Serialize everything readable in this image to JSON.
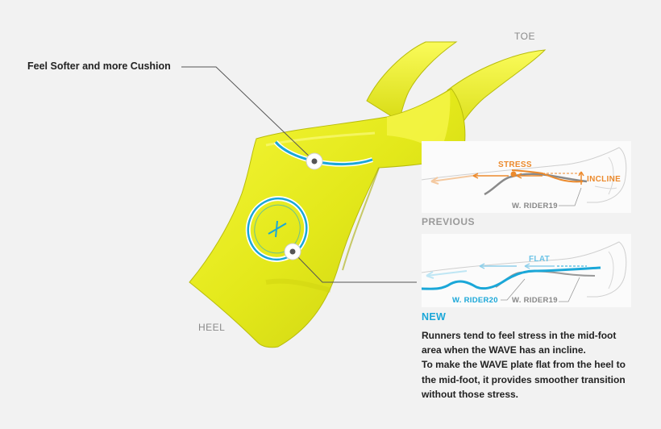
{
  "labels": {
    "toe": "TOE",
    "heel": "HEEL",
    "feature_callout": "Feel Softer and more Cushion"
  },
  "previous_panel": {
    "caption": "PREVIOUS",
    "stress": "STRESS",
    "incline": "INCLINE",
    "model": "W. RIDER19"
  },
  "new_panel": {
    "caption": "NEW",
    "flat": "FLAT",
    "model_new": "W. RIDER20",
    "model_old": "W. RIDER19"
  },
  "description": {
    "lines": [
      "Runners tend to feel stress in the mid-foot",
      "area when the WAVE has an incline.",
      "To make the WAVE plate flat from the heel to",
      "the mid-foot, it provides smoother transition",
      "without those stress."
    ]
  },
  "colors": {
    "plate_yellow": "#e6ea1e",
    "accent_cyan": "#1aa7d8",
    "stress_orange": "#ec8a2c",
    "new_label": "#1aa7d8"
  }
}
